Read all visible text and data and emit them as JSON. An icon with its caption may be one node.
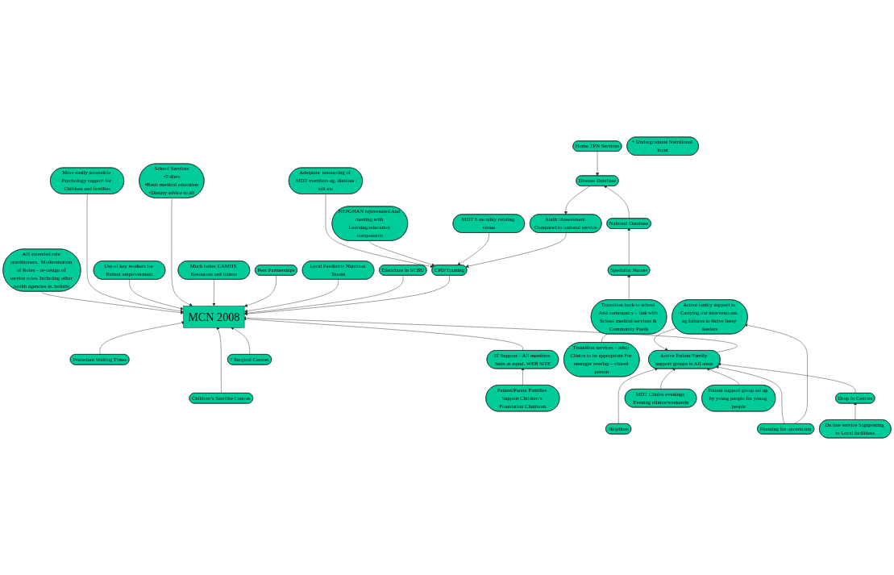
{
  "diagram": {
    "nodes": [
      {
        "text": [
          "Home TPN Services"
        ]
      },
      {
        "text": [
          "Disease Database"
        ]
      },
      {
        "text": [
          "MDT 6 monthly rotating venue"
        ]
      },
      {
        "text": [
          "NEPGHAN rejuvenated And meeting with Learning/education components"
        ]
      },
      {
        "text": [
          "National Database"
        ]
      },
      {
        "text": [
          "Audit /Assessment Compared to national service"
        ]
      },
      {
        "text": [
          "Adequate  resourcing of MDT members eg. dietious salt etc"
        ]
      },
      {
        "text": [
          "Specialist Nurses"
        ]
      },
      {
        "text": [
          "Dieticians in SCBU"
        ]
      },
      {
        "text": [
          "Local Paediatric Nutrition Teams"
        ]
      },
      {
        "text": [
          "CPD/Training"
        ]
      },
      {
        "text": [
          "Much better CAMHS Resources and liaison"
        ]
      },
      {
        "text": [
          "School Services",
          "•Toilets",
          "•Basic medical education",
          "•Dietary advice to all"
        ]
      },
      {
        "text": [
          "Peer Partnerships"
        ]
      },
      {
        "text": [
          "Transition back to school And community – link with School medical services & Community Paeds"
        ]
      },
      {
        "text": [
          "MCN 2008"
        ]
      },
      {
        "text": [
          "+ Undergraduate Nutritional input"
        ]
      },
      {
        "text": [
          "Use of key workers for Patient empowerment"
        ]
      },
      {
        "text": [
          "More easily accessible Psychology support for Children and families"
        ]
      },
      {
        "text": [
          "Procedure Waiting Times"
        ]
      },
      {
        "text": [
          "Children’s Satellite Centres"
        ]
      },
      {
        "text": [
          "IT Support – All members Seen as equal. WEB SITE"
        ]
      },
      {
        "text": [
          "Active family support in Carrying out interventions. eg failures to thrive fussy feeders"
        ]
      },
      {
        "text": [
          "? Surgical Centres"
        ]
      },
      {
        "text": [
          "Active Patient/Family support groups in All areas"
        ]
      },
      {
        "text": [
          "Transition services – adult Clinics to be appropriate For teenager overlap – shared person"
        ]
      },
      {
        "text": [
          "Patient/Parent Families Support Children’s Foundation Chatroom"
        ]
      },
      {
        "text": [
          "Planning for uncertainty"
        ]
      },
      {
        "text": [
          "Drop In Centres"
        ]
      },
      {
        "text": [
          "MDT Clinics evenings Evening clinics/weekends"
        ]
      },
      {
        "text": [
          "AH extended role practitioners.  Modernisation of Roles – re-design of service roles. Including other health agencies ie. holistic"
        ]
      },
      {
        "text": [
          "Helplines"
        ]
      },
      {
        "text": [
          "On line service Signposting to Local facilitiess"
        ]
      },
      {
        "text": [
          "Patient support group set up by young people for young people"
        ]
      }
    ],
    "edges": [
      {
        "from": 0,
        "to": 1,
        "arrow": "to"
      },
      {
        "from": 4,
        "to": 1,
        "arrow": "to"
      },
      {
        "from": 1,
        "to": 5,
        "arrow": "to"
      },
      {
        "from": 7,
        "to": 4,
        "arrow": "to"
      },
      {
        "from": 14,
        "to": 7,
        "arrow": "to"
      },
      {
        "from": 25,
        "to": 14,
        "arrow": "none"
      },
      {
        "from": 5,
        "to": 10,
        "arrow": "to"
      },
      {
        "from": 2,
        "to": 10,
        "arrow": "to"
      },
      {
        "from": 3,
        "to": 10,
        "arrow": "to"
      },
      {
        "from": 6,
        "to": 10,
        "arrow": "to"
      },
      {
        "from": 10,
        "to": 15,
        "arrow": "to"
      },
      {
        "from": 8,
        "to": 15,
        "arrow": "to"
      },
      {
        "from": 9,
        "to": 15,
        "arrow": "to"
      },
      {
        "from": 13,
        "to": 15,
        "arrow": "to"
      },
      {
        "from": 11,
        "to": 15,
        "arrow": "to"
      },
      {
        "from": 12,
        "to": 15,
        "arrow": "to"
      },
      {
        "from": 17,
        "to": 15,
        "arrow": "to"
      },
      {
        "from": 18,
        "to": 15,
        "arrow": "to"
      },
      {
        "from": 19,
        "to": 15,
        "arrow": "to"
      },
      {
        "from": 23,
        "to": 15,
        "arrow": "to"
      },
      {
        "from": 21,
        "to": 15,
        "arrow": "to"
      },
      {
        "from": 26,
        "to": 21,
        "arrow": "to"
      },
      {
        "from": 20,
        "to": 15,
        "arrow": "to"
      },
      {
        "from": 24,
        "to": 15,
        "arrow": "to"
      },
      {
        "from": 30,
        "to": 15,
        "arrow": "to"
      },
      {
        "from": 22,
        "to": 24,
        "arrow": "to"
      },
      {
        "from": 27,
        "to": 22,
        "arrow": "to"
      },
      {
        "from": 27,
        "to": 24,
        "arrow": "to"
      },
      {
        "from": 29,
        "to": 24,
        "arrow": "to"
      },
      {
        "from": 31,
        "to": 24,
        "arrow": "to"
      },
      {
        "from": 33,
        "to": 24,
        "arrow": "to"
      },
      {
        "from": 28,
        "to": 24,
        "arrow": "to"
      },
      {
        "from": 32,
        "to": 28,
        "arrow": "to"
      }
    ]
  }
}
